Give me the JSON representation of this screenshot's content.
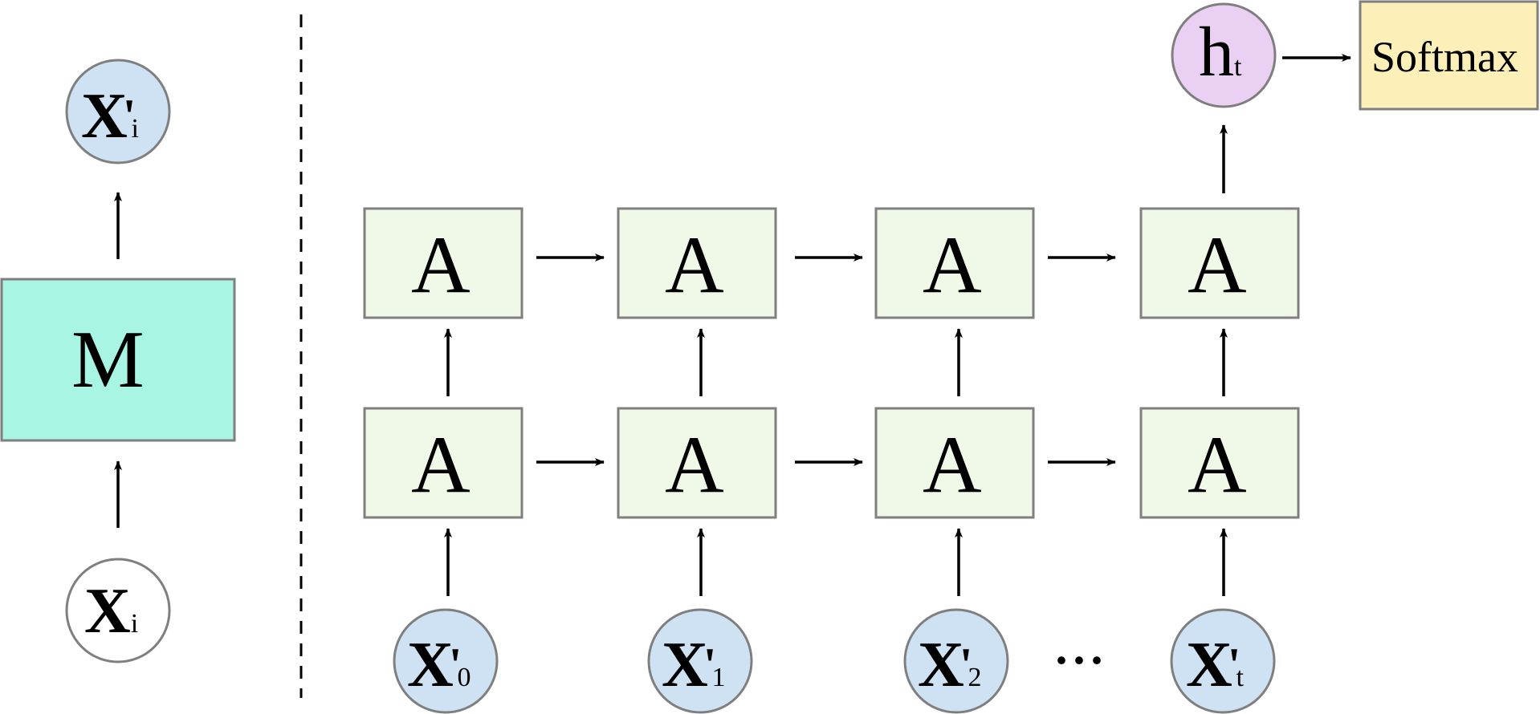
{
  "left_panel": {
    "input_node": {
      "main": "X",
      "sub": "i"
    },
    "model_box": {
      "label": "M"
    },
    "output_node": {
      "main": "X",
      "prime": "'",
      "sub": "i"
    },
    "colors": {
      "model_fill": "#a8f5e3",
      "output_fill": "#cfe2f3",
      "input_fill": "#ffffff"
    }
  },
  "rnn": {
    "cell_label": "A",
    "inputs": [
      {
        "main": "X",
        "prime": "'",
        "sub": "0"
      },
      {
        "main": "X",
        "prime": "'",
        "sub": "1"
      },
      {
        "main": "X",
        "prime": "'",
        "sub": "2"
      },
      {
        "main": "X",
        "prime": "'",
        "sub": "t"
      }
    ],
    "ellipsis": "···",
    "hidden": {
      "main": "h",
      "sub": "t"
    },
    "softmax_label": "Softmax",
    "colors": {
      "cell_fill": "#f0f9e8",
      "input_fill": "#cfe2f3",
      "hidden_fill": "#ead1f3",
      "softmax_fill": "#fdefb8",
      "border": "#7f7f7f"
    }
  }
}
